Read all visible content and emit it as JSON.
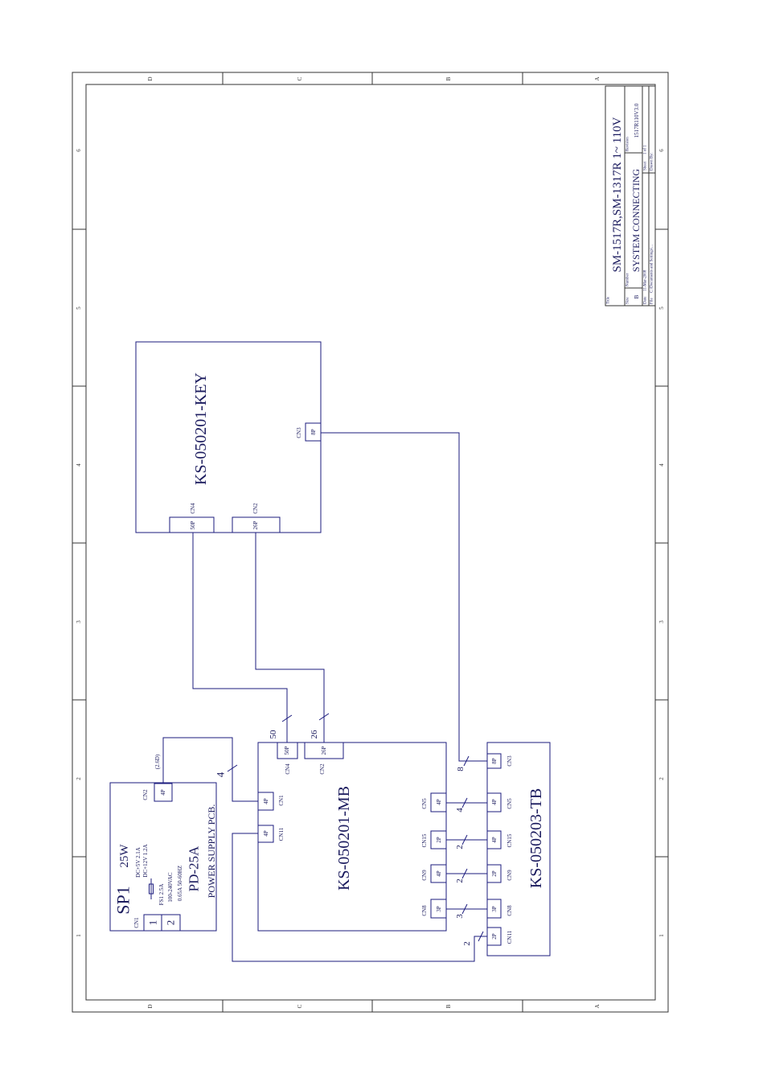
{
  "colors": {
    "line": "#1b1b7e",
    "frame": "#333333",
    "text": "#1b1b5e"
  },
  "frame": {
    "zone_letters": [
      "D",
      "C",
      "B",
      "A"
    ],
    "zone_numbers": [
      "6",
      "5",
      "4",
      "3",
      "2",
      "1"
    ]
  },
  "title_block": {
    "title_label": "Title",
    "title": "SM-1517R,SM-1317R 1~ 110V",
    "size_label": "Size",
    "size": "B",
    "number_label": "Number",
    "number": "SYSTEM CONNECTING",
    "revision_label": "Revision",
    "revision": "1517R110V3.0",
    "date_label": "Date",
    "date": "11-Mar-2008",
    "sheet_label": "Sheet",
    "sheet": "1 of 1",
    "file_label": "File",
    "file": "C:\\Documents and Settings\\...",
    "drawn_by_label": "Drawn By:"
  },
  "boards": {
    "key": {
      "name": "KS-050201-KEY",
      "cn4": {
        "ref": "CN4",
        "pins": "50P"
      },
      "cn2": {
        "ref": "CN2",
        "pins": "26P"
      },
      "cn3": {
        "ref": "CN3",
        "pins": "8P"
      }
    },
    "mb": {
      "name": "KS-050201-MB",
      "cn4": {
        "ref": "CN4",
        "pins": "50P"
      },
      "cn2": {
        "ref": "CN2",
        "pins": "26P"
      },
      "cn1": {
        "ref": "CN1",
        "pins": "4P"
      },
      "cn11": {
        "ref": "CN11",
        "pins": "4P"
      },
      "cn5": {
        "ref": "CN5",
        "pins": "4P"
      },
      "cn15": {
        "ref": "CN15",
        "pins": "2P"
      },
      "cn9": {
        "ref": "CN9",
        "pins": "4P"
      },
      "cn8": {
        "ref": "CN8",
        "pins": "3P"
      }
    },
    "tb": {
      "name": "KS-050203-TB",
      "cn3": {
        "ref": "CN3",
        "pins": "8P"
      },
      "cn5": {
        "ref": "CN5",
        "pins": "4P"
      },
      "cn15": {
        "ref": "CN15",
        "pins": "4P"
      },
      "cn9": {
        "ref": "CN9",
        "pins": "2P"
      },
      "cn8": {
        "ref": "CN8",
        "pins": "3P"
      },
      "cn11": {
        "ref": "CN11",
        "pins": "2P"
      }
    },
    "sp1": {
      "ref": "SP1",
      "power": "25W",
      "model": "PD-25A",
      "description": "POWER SUPPLY PCB.",
      "out_5v": "DC+5V 2.1A",
      "out_12v": "DC+12V 1.2A",
      "fuse": "FS1 2.5A",
      "input_voltage": "100-240VAC",
      "input_current": "0.65A 50-60HZ",
      "cn1": {
        "ref": "CN1",
        "pin1": "1",
        "pin2": "2"
      },
      "cn2": {
        "ref": "CN2",
        "pins": "4P",
        "note": "(2.6D)"
      }
    }
  },
  "wires": {
    "key_cn4_to_mb_cn4": "50",
    "key_cn2_to_mb_cn2": "26",
    "sp1_cn2_to_mb_cn1": "4",
    "key_cn3_to_tb_cn3": "8",
    "mb_cn5_to_tb_cn5": "4",
    "mb_cn15_to_tb_cn15": "2",
    "mb_cn9_to_tb_cn9": "2",
    "mb_cn8_to_tb_cn8": "3",
    "tb_cn11_to_mb_cn11": "2"
  }
}
